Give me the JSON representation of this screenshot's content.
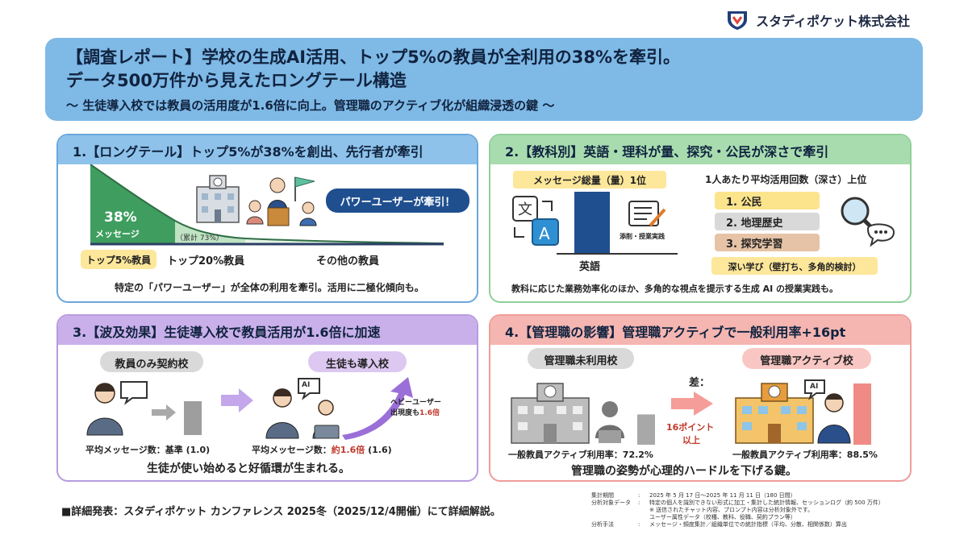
{
  "company": {
    "name": "スタディポケット株式会社",
    "logo_icon": "shield-logo-icon"
  },
  "header": {
    "title_line1": "【調査レポート】学校の生成AI活用、トップ5%の教員が全利用の38%を牽引。",
    "title_line2": "データ500万件から見えたロングテール構造",
    "subtitle": "～ 生徒導入校では教員の活用度が1.6倍に向上。管理職のアクティブ化が組織浸透の鍵 ～"
  },
  "panel1": {
    "heading": "1.【ロングテール】トップ5%が38%を創出、先行者が牽引",
    "share_value": "38%",
    "share_label": "メッセージ",
    "cumulative": "（累計 73%）",
    "callout": "パワーユーザーが牽引！",
    "label_top5": "トップ5%教員",
    "label_top20": "トップ20%教員",
    "label_other": "その他の教員",
    "caption": "特定の「パワーユーザー」が全体の利用を牽引。活用に二極化傾向も。",
    "colors": {
      "dark_green": "#3f9e5f",
      "light_green": "#bfe3c3",
      "pale_green": "#e4f3e4"
    }
  },
  "panel2": {
    "heading": "2.【教科別】英語・理科が量、探究・公民が深さで牽引",
    "volume_label": "メッセージ総量（量）1位",
    "depth_label": "1人あたり平均活用回数（深さ）上位",
    "bar_label": "英語",
    "doc_label": "添削・授業実践",
    "ranks": [
      "1. 公民",
      "2. 地理歴史",
      "3. 探究学習"
    ],
    "deep_label": "深い学び（壁打ち、多角的検討）",
    "caption": "教科に応じた業務効率化のほか、多角的な視点を提示する生成 AI の授業実践も。"
  },
  "panel3": {
    "heading": "3.【波及効果】生徒導入校で教員活用が1.6倍に加速",
    "left_pill": "教員のみ契約校",
    "right_pill": "生徒も導入校",
    "heavy_line1": "ヘビーユーザー",
    "heavy_line2_prefix": "出現度も",
    "heavy_line2_value": "1.6倍",
    "left_stat": "平均メッセージ数：基準 (1.0)",
    "right_stat_prefix": "平均メッセージ数：",
    "right_stat_value": "約1.6倍",
    "right_stat_suffix": " (1.6)",
    "caption": "生徒が使い始めると好循環が生まれる。",
    "ai_bubble": "AI"
  },
  "panel4": {
    "heading": "4.【管理職の影響】管理職アクティブで一般利用率+16pt",
    "left_pill": "管理職未利用校",
    "right_pill": "管理職アクティブ校",
    "diff_label": "差：",
    "diff_line1": "16ポイント",
    "diff_line2": "以上",
    "left_stat": "一般教員アクティブ利用率：72.2%",
    "right_stat": "一般教員アクティブ利用率：88.5%",
    "left_rate": 72.2,
    "right_rate": 88.5,
    "caption": "管理職の姿勢が心理的ハードルを下げる鍵。",
    "ai_bubble": "AI"
  },
  "footer": {
    "announcement": "■詳細発表：スタディポケット カンファレンス 2025冬（2025/12/4開催）にて詳細解説。",
    "meta": [
      {
        "k": "集計期間",
        "v": "2025 年 5 月 17 日～2025 年 11 月 11 日（180 日間）"
      },
      {
        "k": "分析対象データ",
        "v": "特定の個人を識別できない形式に加工・集計した統計情報、セッションログ（約 500 万件）"
      },
      {
        "k": "",
        "v": "※ 送信されたチャット内容、プロンプト内容は分析対象外です。"
      },
      {
        "k": "",
        "v": "ユーザー属性データ（校種、教科、役職、契約プラン等）"
      },
      {
        "k": "分析手法",
        "v": "メッセージ・頻度集計／組織単位での統計指標（平均、分散、相関係数）算出"
      }
    ]
  }
}
